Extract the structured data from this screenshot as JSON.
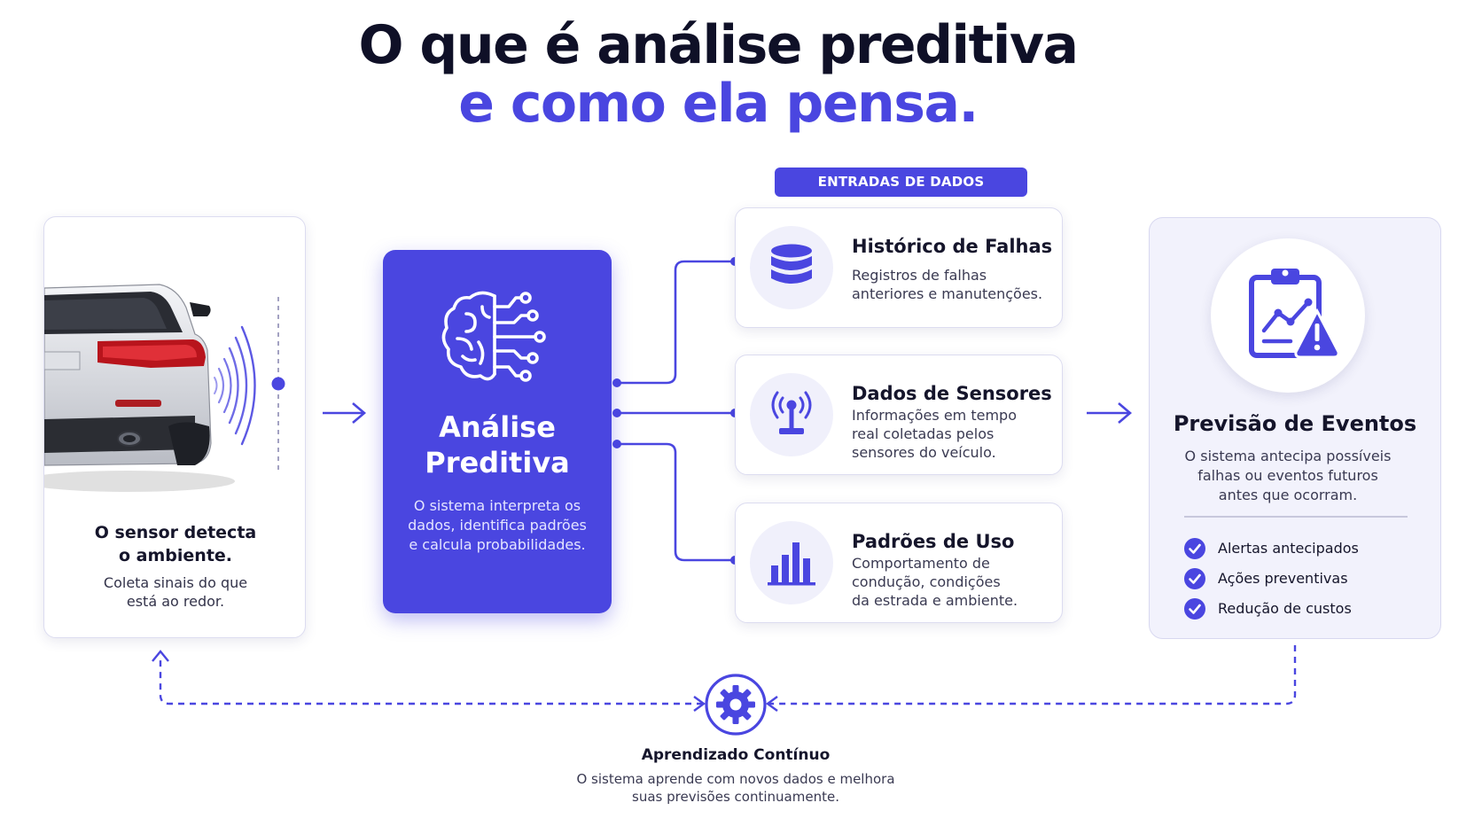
{
  "title": {
    "line1": "O que é análise preditiva",
    "line2": "e como ela pensa."
  },
  "colors": {
    "accent": "#4a46e0",
    "dark_text": "#0f1027",
    "card_border": "#dcdcf0",
    "light_panel": "#f2f2fc"
  },
  "sensor": {
    "icon": "car-sensor-illustration",
    "title": "O sensor detecta\no ambiente.",
    "description": "Coleta sinais do que\nestá ao redor."
  },
  "central": {
    "icon": "brain-circuit-icon",
    "title": "Análise\nPreditiva",
    "description": "O sistema interpreta os\ndados, identifica padrões\ne calcula probabilidades."
  },
  "inputs": {
    "badge": "ENTRADAS DE DADOS",
    "items": [
      {
        "icon": "database-icon",
        "title": "Histórico de Falhas",
        "description": "Registros de falhas\nanteriores e manutenções."
      },
      {
        "icon": "antenna-signal-icon",
        "title": "Dados de Sensores",
        "description": "Informações em tempo\nreal coletadas pelos\nsensores do veículo."
      },
      {
        "icon": "bar-chart-icon",
        "title": "Padrões de Uso",
        "description": "Comportamento de\ncondução, condições\nda estrada e ambiente."
      }
    ]
  },
  "result": {
    "icon": "clipboard-warning-icon",
    "title": "Previsão de Eventos",
    "description": "O sistema antecipa possíveis\nfalhas ou eventos futuros\nantes que ocorram.",
    "benefits": [
      "Alertas antecipados",
      "Ações preventivas",
      "Redução de custos"
    ]
  },
  "learning": {
    "icon": "gear-icon",
    "title": "Aprendizado Contínuo",
    "description": "O sistema aprende com novos dados e melhora\nsuas previsões continuamente."
  }
}
